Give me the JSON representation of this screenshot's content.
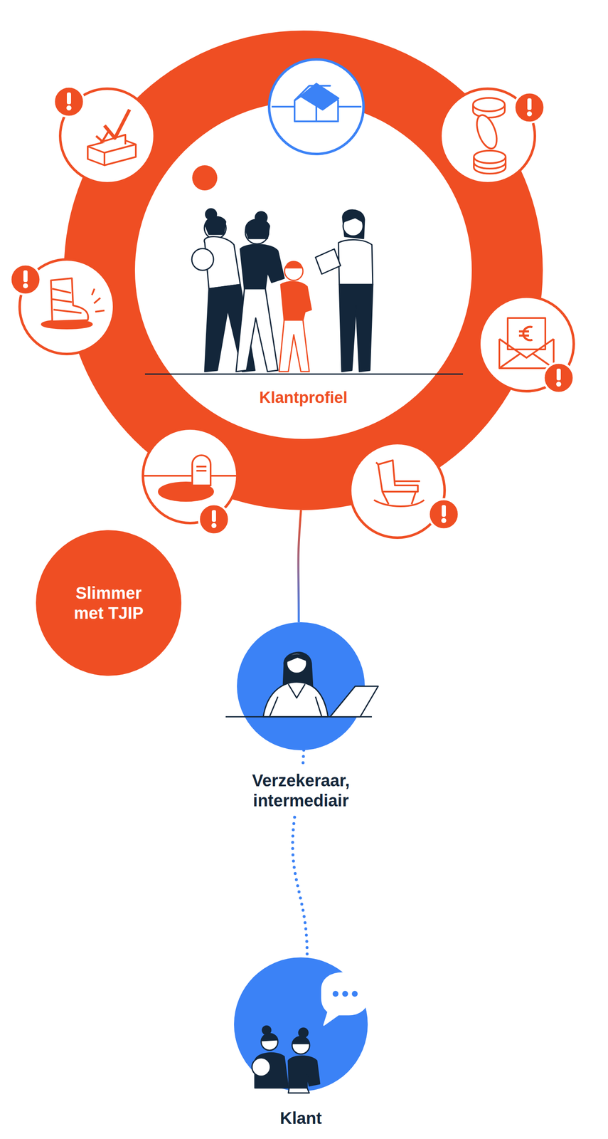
{
  "diagram": {
    "nodes": [
      {
        "text": [
          "Klantprofiel"
        ]
      },
      {
        "text": [
          "Slimmer met TJIP"
        ]
      },
      {
        "text": [
          "Verzekeraar, intermediair"
        ]
      },
      {
        "text": [
          "Klant"
        ]
      }
    ],
    "edges": [
      {
        "from": 0,
        "to": 2,
        "arrow": "none"
      },
      {
        "from": 2,
        "to": 3,
        "arrow": "none"
      }
    ]
  }
}
